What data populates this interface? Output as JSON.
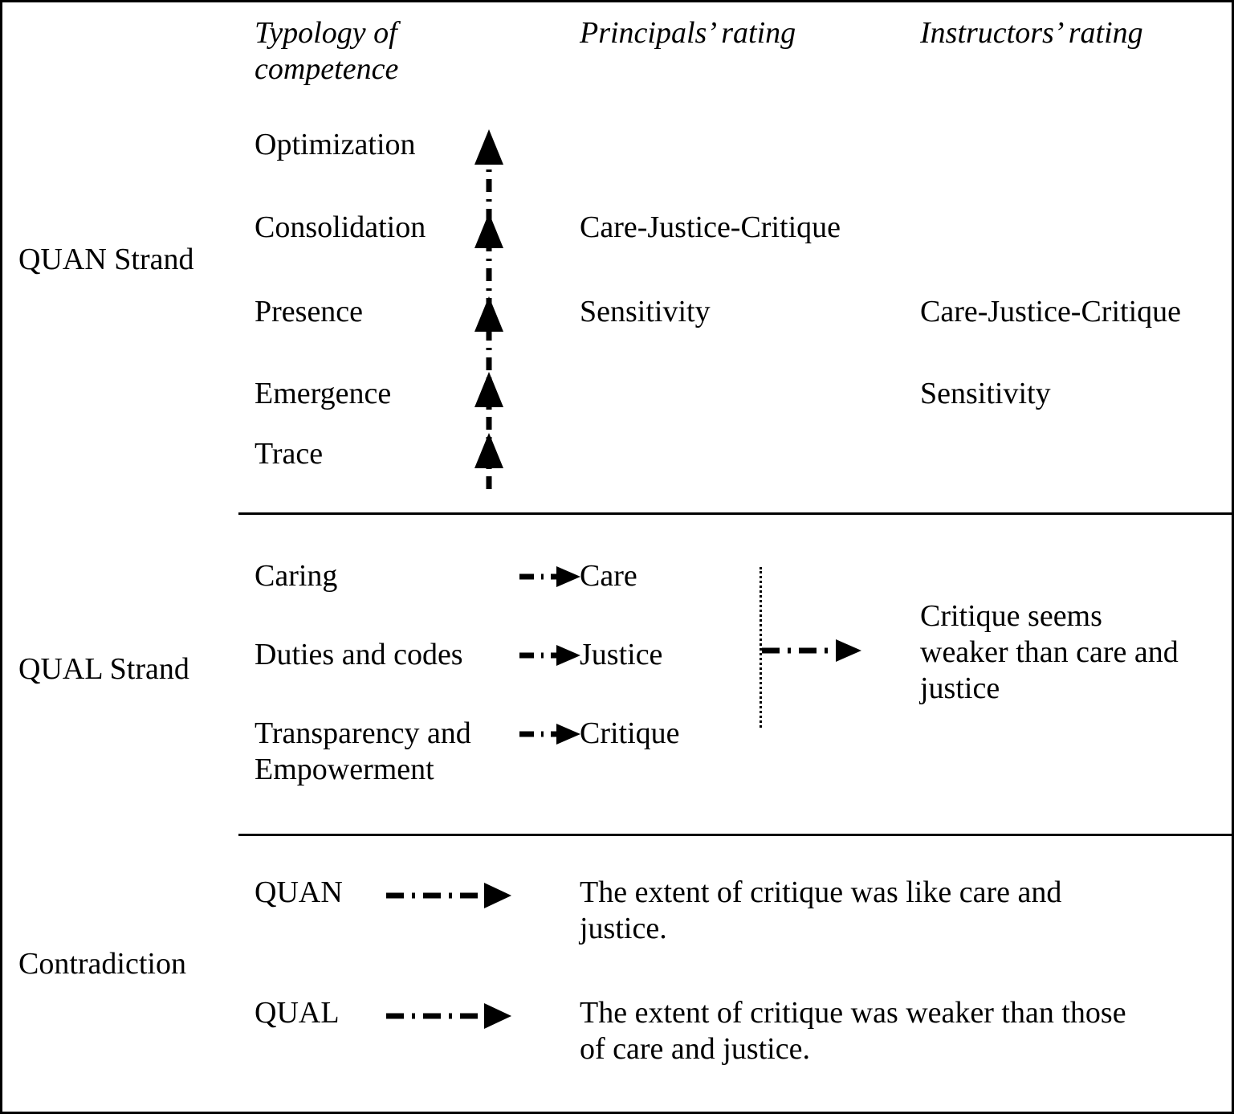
{
  "figure": {
    "type": "joint-display-table",
    "columns": [
      {
        "key": "typology",
        "label": "Typology of\ncompetence"
      },
      {
        "key": "principals",
        "label": "Principals’ rating"
      },
      {
        "key": "instructors",
        "label": "Instructors’ rating"
      }
    ],
    "bands": [
      {
        "key": "quan",
        "label": "QUAN Strand",
        "rows": [
          {
            "typology": "Optimization",
            "principals": "",
            "instructors": ""
          },
          {
            "typology": "Consolidation",
            "principals": "Care-Justice-Critique",
            "instructors": ""
          },
          {
            "typology": "Presence",
            "principals": "Sensitivity",
            "instructors": "Care-Justice-Critique"
          },
          {
            "typology": "Emergence",
            "principals": "",
            "instructors": "Sensitivity"
          },
          {
            "typology": "Trace",
            "principals": "",
            "instructors": ""
          }
        ],
        "ladder": {
          "name": "upward-progression-arrow",
          "direction": "up",
          "arrowhead_count": 5,
          "line_style": "dash-dot"
        }
      },
      {
        "key": "qual",
        "label": "QUAL Strand",
        "rows": [
          {
            "source": "Caring",
            "arrow": "dash-dot-right",
            "target": "Care"
          },
          {
            "source": "Duties and codes",
            "arrow": "dash-dot-right",
            "target": "Justice"
          },
          {
            "source": "Transparency and\nEmpowerment",
            "arrow": "dash-dot-right",
            "target": "Critique"
          }
        ],
        "conclusion": {
          "arrow": "dash-dot-right",
          "brace": "vertical-dotted-brace",
          "text": "Critique seems\nweaker than care and\njustice"
        }
      },
      {
        "key": "contradiction",
        "label": "Contradiction",
        "rows": [
          {
            "strand": "QUAN",
            "arrow": "dash-dot-right",
            "text": "The extent of critique was like care and\njustice."
          },
          {
            "strand": "QUAL",
            "arrow": "dash-dot-right",
            "text": "The extent of critique was weaker than those\nof care and justice."
          }
        ]
      }
    ]
  },
  "style": {
    "ink": "#000000",
    "paper": "#ffffff"
  }
}
